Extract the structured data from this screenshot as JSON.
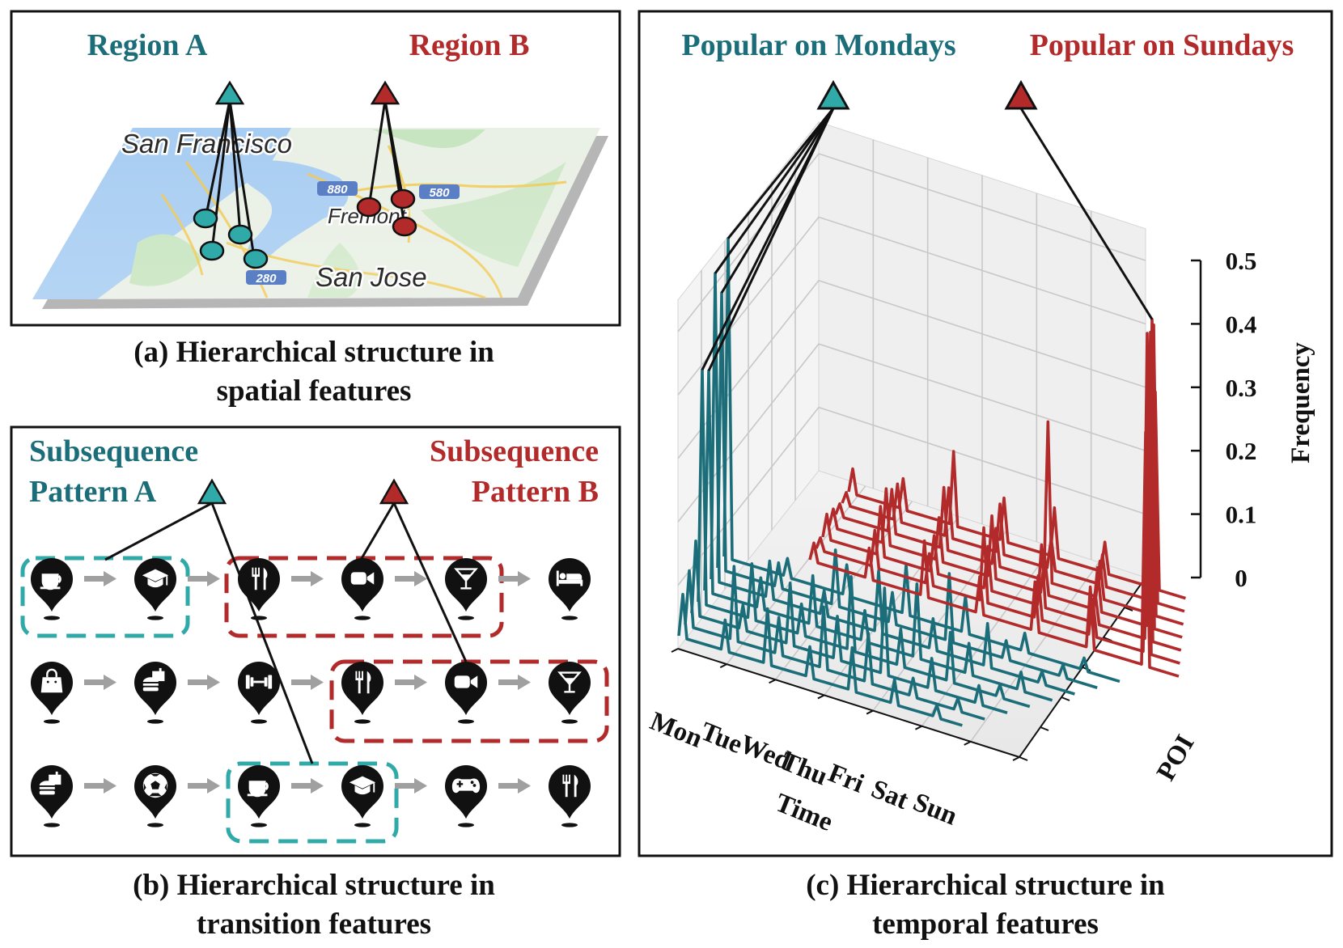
{
  "colors": {
    "teal_dark": "#1b6e79",
    "teal_light": "#30aaa8",
    "red": "#b22a2a",
    "map_water": "#a8cdf2",
    "map_land": "#e9f0e5",
    "map_park": "#c7e5c0",
    "pin": "#111111",
    "arrow": "#a0a0a0"
  },
  "panel_a": {
    "caption_line1": "(a) Hierarchical structure in",
    "caption_line2": "spatial features",
    "region_a_label": "Region A",
    "region_b_label": "Region B",
    "map_labels": {
      "city_1": "San Francisco",
      "city_2": "Fremont",
      "city_3": "San Jose",
      "shield_1": "880",
      "shield_2": "580",
      "shield_3": "280"
    }
  },
  "panel_b": {
    "caption_line1": "(b) Hierarchical structure in",
    "caption_line2": "transition features",
    "pattern_a_line1": "Subsequence",
    "pattern_a_line2": "Pattern A",
    "pattern_b_line1": "Subsequence",
    "pattern_b_line2": "Pattern B",
    "sequences": [
      [
        "coffee-cup-icon",
        "graduation-cap-icon",
        "fork-knife-icon",
        "video-camera-icon",
        "cocktail-glass-icon",
        "bed-icon"
      ],
      [
        "shopping-bag-icon",
        "fast-food-icon",
        "dumbbell-icon",
        "fork-knife-icon",
        "video-camera-icon",
        "cocktail-glass-icon"
      ],
      [
        "fast-food-icon",
        "soccer-ball-icon",
        "coffee-cup-icon",
        "graduation-cap-icon",
        "game-controller-icon",
        "fork-knife-icon"
      ]
    ]
  },
  "panel_c": {
    "caption_line1": "(c) Hierarchical structure in",
    "caption_line2": "temporal features",
    "popular_mon_label": "Popular on Mondays",
    "popular_sun_label": "Popular on Sundays"
  },
  "chart_data": {
    "type": "line",
    "title": "",
    "projection": "3d",
    "xlabel": "Time",
    "ylabel": "POI",
    "zlabel": "Frequency",
    "x_categories": [
      "Mon",
      "Tue",
      "Wed",
      "Thu",
      "Fri",
      "Sat",
      "Sun"
    ],
    "z_ticks": [
      "0",
      "0.1",
      "0.2",
      "0.3",
      "0.4",
      "0.5"
    ],
    "zlim": [
      0,
      0.5
    ],
    "grid": true,
    "series": [
      {
        "group": "mon",
        "color": "#1b6e79",
        "peak_day": "Mon",
        "values": [
          0.52,
          0.03,
          0.05,
          0.08,
          0.06,
          0.03,
          0.02
        ]
      },
      {
        "group": "mon",
        "color": "#1b6e79",
        "peak_day": "Mon",
        "values": [
          0.45,
          0.04,
          0.09,
          0.05,
          0.11,
          0.03,
          0.02
        ]
      },
      {
        "group": "mon",
        "color": "#1b6e79",
        "peak_day": "Mon",
        "values": [
          0.5,
          0.06,
          0.04,
          0.1,
          0.05,
          0.07,
          0.02
        ]
      },
      {
        "group": "mon",
        "color": "#1b6e79",
        "peak_day": "Mon",
        "values": [
          0.36,
          0.05,
          0.08,
          0.05,
          0.12,
          0.05,
          0.03
        ]
      },
      {
        "group": "mon",
        "color": "#1b6e79",
        "peak_day": "Mon",
        "values": [
          0.38,
          0.09,
          0.05,
          0.12,
          0.06,
          0.08,
          0.02
        ]
      },
      {
        "group": "mon",
        "color": "#1b6e79",
        "peak_day": "Mon",
        "values": [
          0.12,
          0.04,
          0.1,
          0.07,
          0.14,
          0.05,
          0.03
        ]
      },
      {
        "group": "mon",
        "color": "#1b6e79",
        "peak_day": "Mon",
        "values": [
          0.09,
          0.12,
          0.06,
          0.1,
          0.08,
          0.03,
          0.02
        ]
      },
      {
        "group": "mon",
        "color": "#1b6e79",
        "peak_day": "Mon",
        "values": [
          0.07,
          0.05,
          0.09,
          0.05,
          0.07,
          0.04,
          0.02
        ]
      },
      {
        "group": "sun",
        "color": "#b22a2a",
        "peak_day": "Sun",
        "values": [
          0.03,
          0.05,
          0.09,
          0.06,
          0.08,
          0.1,
          0.38
        ]
      },
      {
        "group": "sun",
        "color": "#b22a2a",
        "peak_day": "Sun",
        "values": [
          0.02,
          0.06,
          0.05,
          0.12,
          0.07,
          0.06,
          0.52
        ]
      },
      {
        "group": "sun",
        "color": "#b22a2a",
        "peak_day": "Sun",
        "values": [
          0.04,
          0.08,
          0.06,
          0.07,
          0.1,
          0.05,
          0.4
        ]
      },
      {
        "group": "sun",
        "color": "#b22a2a",
        "peak_day": "Sun",
        "values": [
          0.03,
          0.09,
          0.07,
          0.1,
          0.06,
          0.07,
          0.48
        ]
      },
      {
        "group": "sun",
        "color": "#b22a2a",
        "peak_day": "Sun",
        "values": [
          0.02,
          0.07,
          0.1,
          0.06,
          0.26,
          0.06,
          0.48
        ]
      },
      {
        "group": "sun",
        "color": "#b22a2a",
        "peak_day": "Sun",
        "values": [
          0.02,
          0.06,
          0.08,
          0.08,
          0.05,
          0.05,
          0.45
        ]
      },
      {
        "group": "sun",
        "color": "#b22a2a",
        "peak_day": "Sun",
        "values": [
          0.04,
          0.05,
          0.12,
          0.07,
          0.08,
          0.05,
          0.32
        ]
      }
    ]
  }
}
